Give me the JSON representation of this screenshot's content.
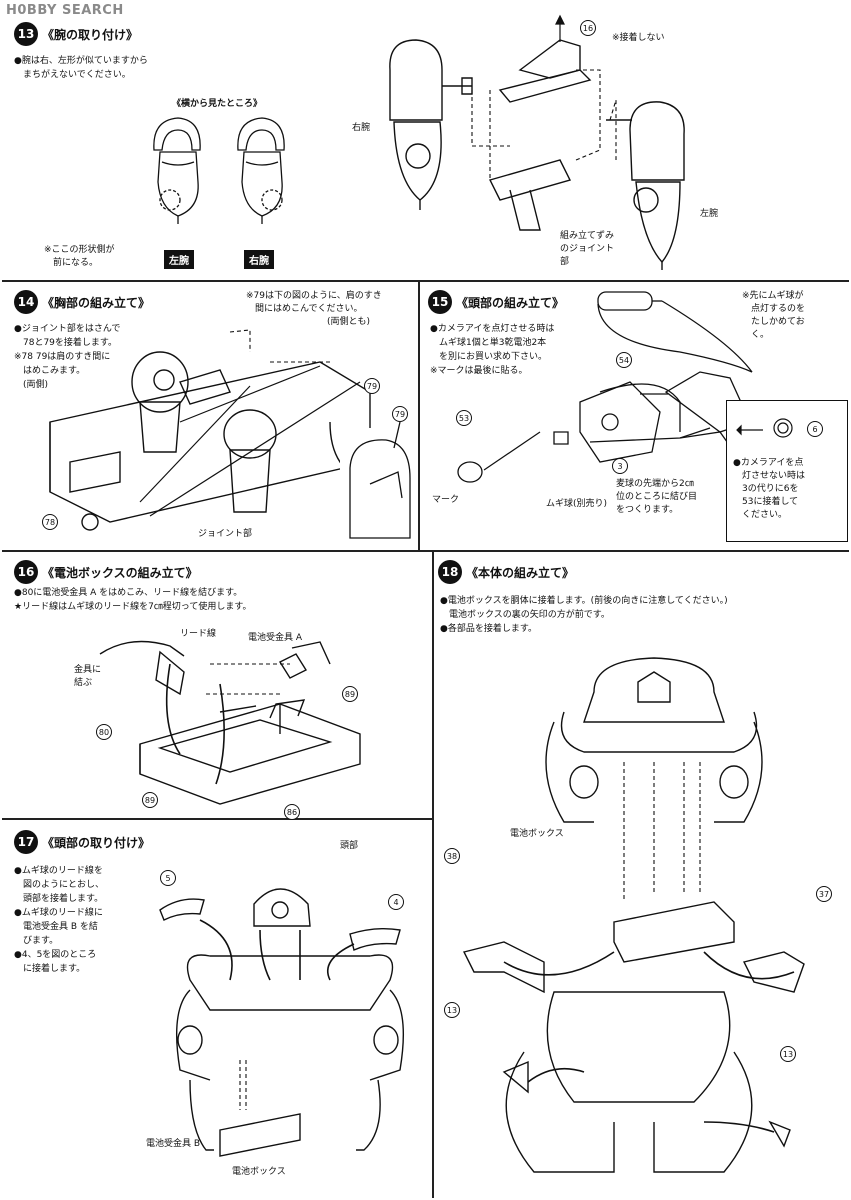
{
  "watermark": "H0BBY SEARCH",
  "step13": {
    "num": "13",
    "title": "《腕の取り付け》",
    "note": "●腕は右、左形が似ていますから\n　まちがえないでください。",
    "side_view_caption": "《横から見たところ》",
    "shape_note": "※ここの形状側が\n　前になる。",
    "left_arm_label": "左腕",
    "right_arm_label": "右腕",
    "part_16": "16",
    "no_glue": "※接着しない",
    "right_arm": "右腕",
    "left_arm": "左腕",
    "joint_note": "組み立てずみ\nのジョイント\n部"
  },
  "step14": {
    "num": "14",
    "title": "《胸部の組み立て》",
    "note": "●ジョイント部をはさんで\n　78と79を接着します。\n※78 79は肩のすき間に\n　はめこみます。\n　(両側)",
    "top_note": "※79は下の図のように、肩のすき\n　間にはめこんでください。\n　　　　　　　　　(両側とも)",
    "part_79a": "79",
    "part_79b": "79",
    "part_78": "78",
    "joint_label": "ジョイント部"
  },
  "step15": {
    "num": "15",
    "title": "《頭部の組み立て》",
    "note": "●カメラアイを点灯させる時は\n　ムギ球1個と単3乾電池2本\n　を別にお買い求め下さい。\n※マークは最後に貼る。",
    "right_note": "※先にムギ球が\n　点灯するのを\n　たしかめてお\n　く。",
    "part_54": "54",
    "part_53": "53",
    "part_3": "3",
    "part_6": "6",
    "mark_label": "マーク",
    "bulb_label": "ムギ球(別売り)",
    "tie_note": "麦球の先端から2㎝\n位のところに結び目\nをつくります。",
    "inset_note": "●カメラアイを点\n　灯させない時は\n　3の代りに6を\n　53に接着して\n　ください。"
  },
  "step16": {
    "num": "16",
    "title": "《電池ボックスの組み立て》",
    "note": "●80に電池受金具 A をはめこみ、リード線を結びます。\n★リード線はムギ球のリード線を7㎝程切って使用します。",
    "lead_wire": "リード線",
    "receiver_a": "電池受金具 A",
    "tie_label": "金具に\n結ぶ",
    "part_80": "80",
    "part_89a": "89",
    "part_89b": "89",
    "part_86": "86"
  },
  "step17": {
    "num": "17",
    "title": "《頭部の取り付け》",
    "note": "●ムギ球のリード線を\n　図のようにとおし、\n　頭部を接着します。\n●ムギ球のリード線に\n　電池受金具 B を結\n　びます。\n●4、5を図のところ\n　に接着します。",
    "head_label": "頭部",
    "part_5": "5",
    "part_4": "4",
    "receiver_b": "電池受金具 B",
    "battery_box": "電池ボックス"
  },
  "step18": {
    "num": "18",
    "title": "《本体の組み立て》",
    "note": "●電池ボックスを胴体に接着します。(前後の向きに注意してください。)\n　電池ボックスの裏の矢印の方が前です。\n●各部品を接着します。",
    "battery_box": "電池ボックス",
    "part_38": "38",
    "part_37": "37",
    "part_13a": "13",
    "part_13b": "13"
  }
}
